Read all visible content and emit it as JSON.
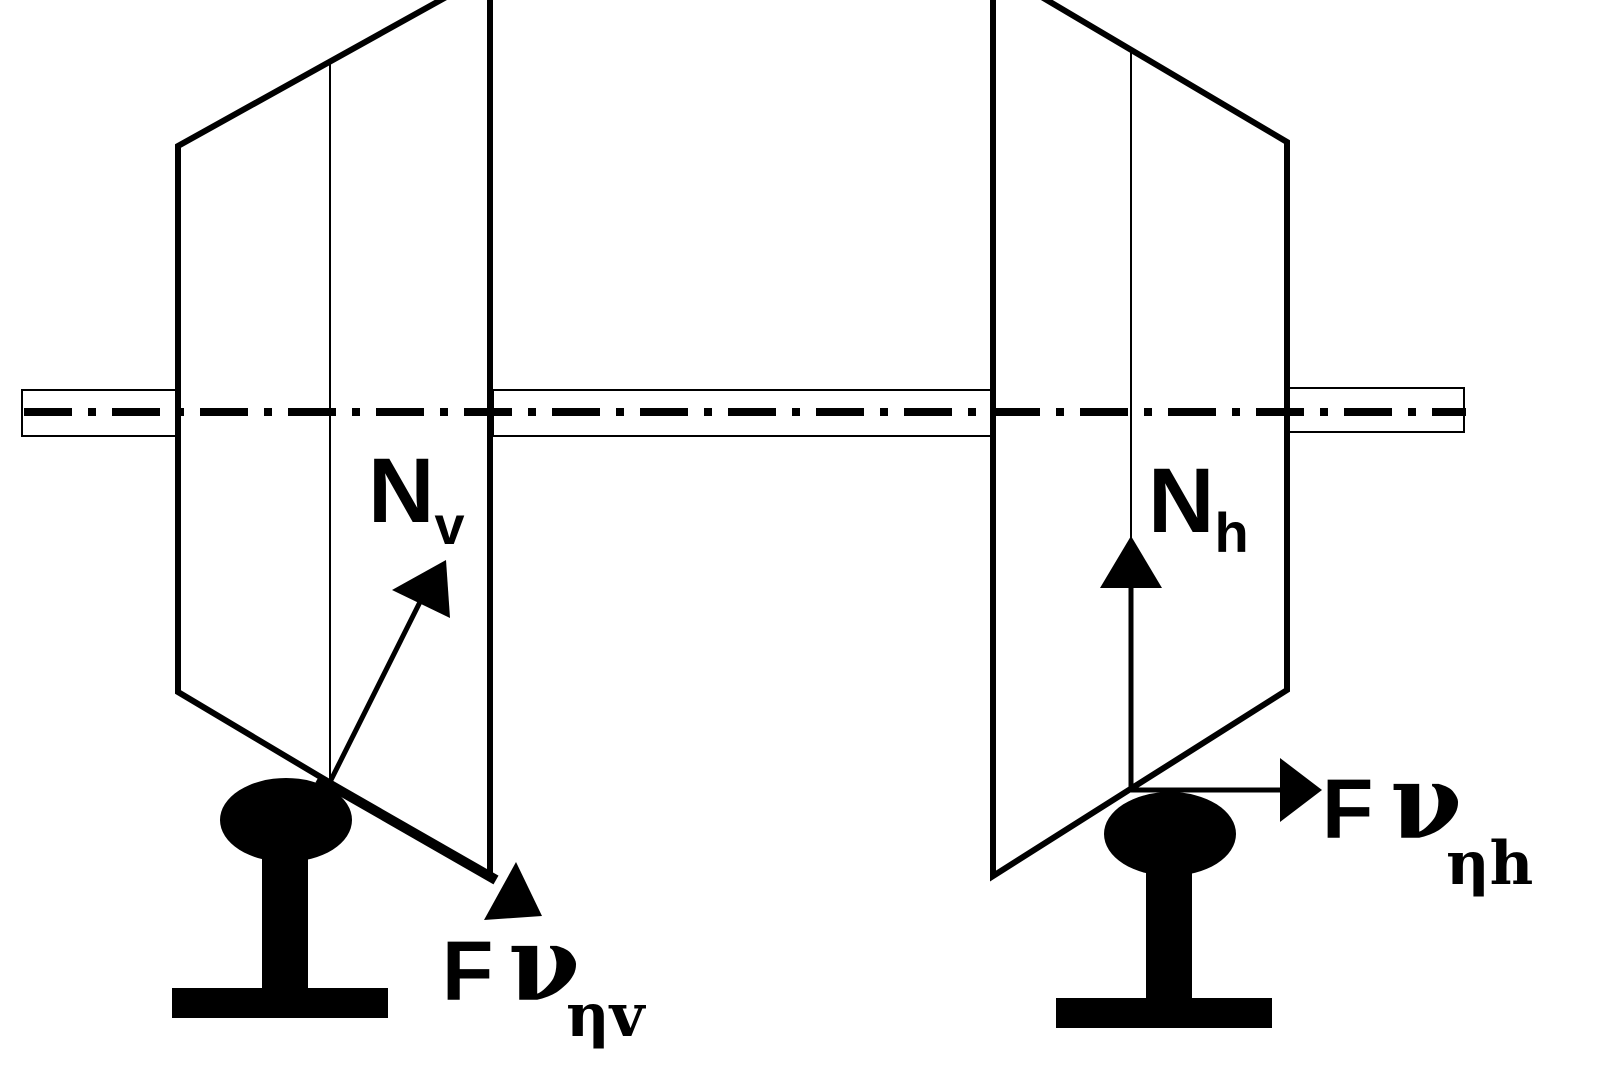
{
  "labels": {
    "left_normal": {
      "main": "N",
      "sub": "v"
    },
    "right_normal": {
      "main": "N",
      "sub": "h"
    },
    "left_friction": {
      "main": "F",
      "greek": "ν",
      "sub": "ηv"
    },
    "right_friction": {
      "main": "F",
      "greek": "ν",
      "sub": "ηh"
    }
  }
}
